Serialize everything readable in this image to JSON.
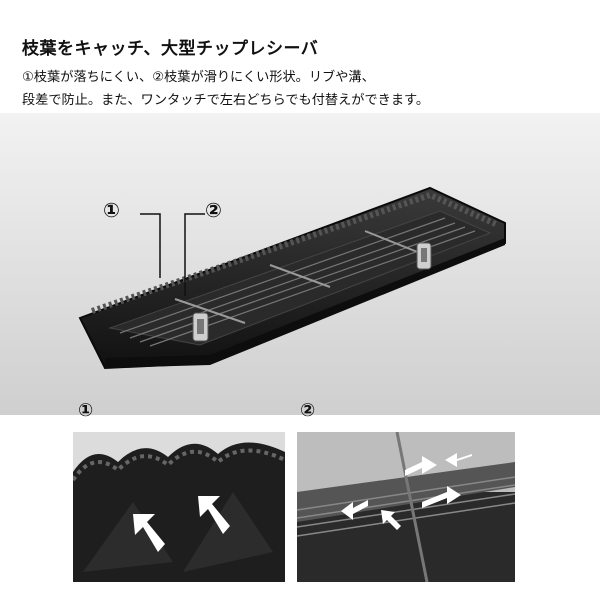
{
  "heading": "枝葉をキャッチ、大型チップレシーバ",
  "description": {
    "line1": "①枝葉が落ちにくい、②枝葉が滑りにくい形状。リブや溝、",
    "line2": "段差で防止。また、ワンタッチで左右どちらでも付替えができます。"
  },
  "callouts": {
    "one": "①",
    "two": "②"
  },
  "details": {
    "one_label": "①",
    "two_label": "②"
  },
  "colors": {
    "product": "#1c1c1c",
    "accent": "#ffffff",
    "bg_gradient_top": "#ececec",
    "bg_gradient_bottom": "#cfcfcf"
  }
}
